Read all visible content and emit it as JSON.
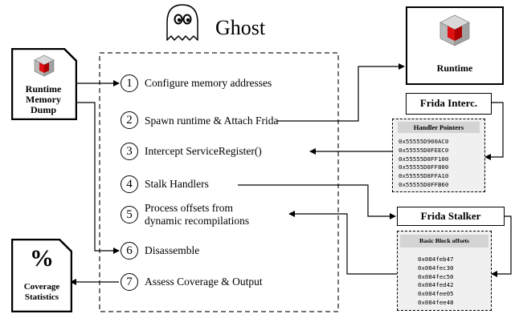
{
  "ghost": {
    "title": "Ghost"
  },
  "runtime_dump": {
    "lines": [
      "Runtime",
      "Memory",
      "Dump"
    ]
  },
  "coverage": {
    "symbol": "%",
    "lines": [
      "Coverage",
      "Statistics"
    ]
  },
  "runtime_box": {
    "label": "Runtime"
  },
  "frida_interc": {
    "label": "Frida Interc."
  },
  "frida_stalker": {
    "label": "Frida Stalker"
  },
  "handler_pointers": {
    "title": "Handler Pointers",
    "values": [
      "0x55555D900AC0",
      "0x55555D8FEEC0",
      "0x55555D8FF100",
      "0x55555D8FF800",
      "0x55555D8FFA10",
      "0x55555D8FFB60"
    ]
  },
  "basic_block_offsets": {
    "title": "Basic Block offsets",
    "values": [
      "0x084feb47",
      "0x084fec30",
      "0x084fec50",
      "0x084fed42",
      "0x084fee05",
      "0x084fee48"
    ]
  },
  "steps": [
    {
      "num": "1",
      "label": "Configure memory addresses"
    },
    {
      "num": "2",
      "label": "Spawn runtime & Attach Frida"
    },
    {
      "num": "3",
      "label": "Intercept ServiceRegister()"
    },
    {
      "num": "4",
      "label": "Stalk Handlers"
    },
    {
      "num": "5",
      "label": "Process offsets from",
      "label2": "dynamic recompilations"
    },
    {
      "num": "6",
      "label": "Disassemble"
    },
    {
      "num": "7",
      "label": "Assess Coverage & Output"
    }
  ]
}
